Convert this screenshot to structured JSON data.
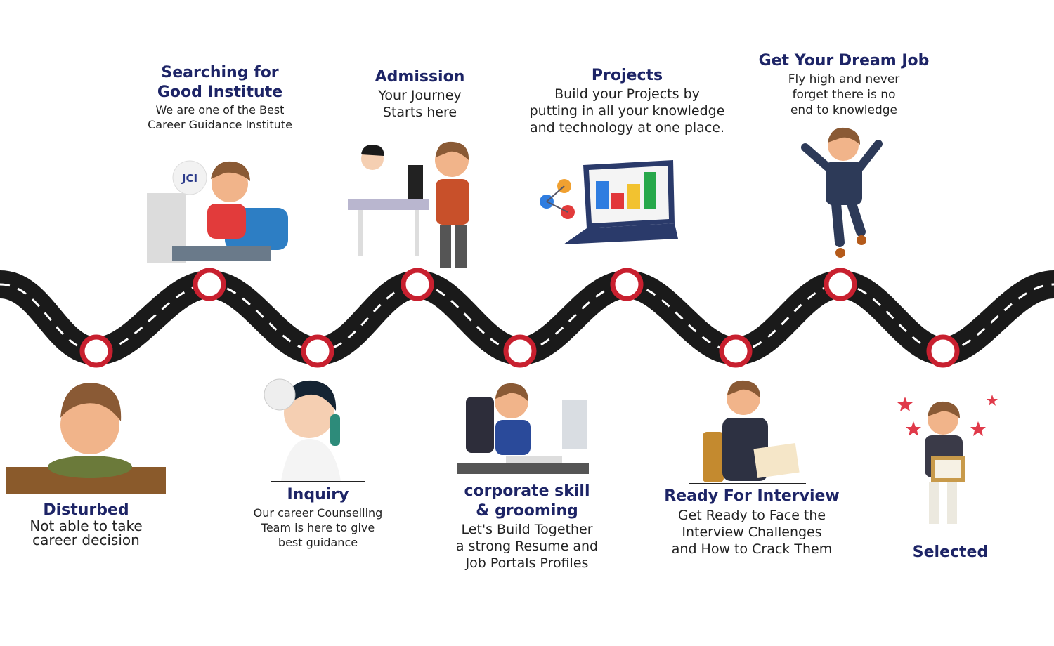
{
  "steps": [
    {
      "title": [
        "Disturbed"
      ],
      "desc": [
        "Not able to take",
        "career decision"
      ]
    },
    {
      "title": [
        "Searching for",
        "Good Institute"
      ],
      "desc": [
        "We are one of the Best",
        "Career Guidance Institute"
      ]
    },
    {
      "title": [
        "Inquiry"
      ],
      "desc": [
        "Our career Counselling",
        "Team is here to give",
        "best guidance"
      ]
    },
    {
      "title": [
        "Admission"
      ],
      "desc": [
        "Your Journey",
        "Starts here"
      ]
    },
    {
      "title": [
        "corporate skill",
        "& grooming"
      ],
      "desc": [
        "Let's Build Together",
        "a strong Resume and",
        "Job Portals Profiles"
      ]
    },
    {
      "title": [
        "Projects"
      ],
      "desc": [
        "Build your Projects by",
        "putting in all your knowledge",
        "and technology at one place."
      ]
    },
    {
      "title": [
        "Ready For Interview"
      ],
      "desc": [
        "Get Ready to Face the",
        "Interview Challenges",
        "and How to Crack Them"
      ]
    },
    {
      "title": [
        "Get Your Dream Job"
      ],
      "desc": [
        "Fly high and never",
        "forget there is no",
        "end to knowledge"
      ]
    },
    {
      "title": [
        "Selected"
      ],
      "desc": []
    }
  ],
  "logo_text": "JCI",
  "colors": {
    "title": "#1d2466",
    "road": "#1a1a1a",
    "marker": "#c8202f",
    "lane": "#ffffff"
  }
}
